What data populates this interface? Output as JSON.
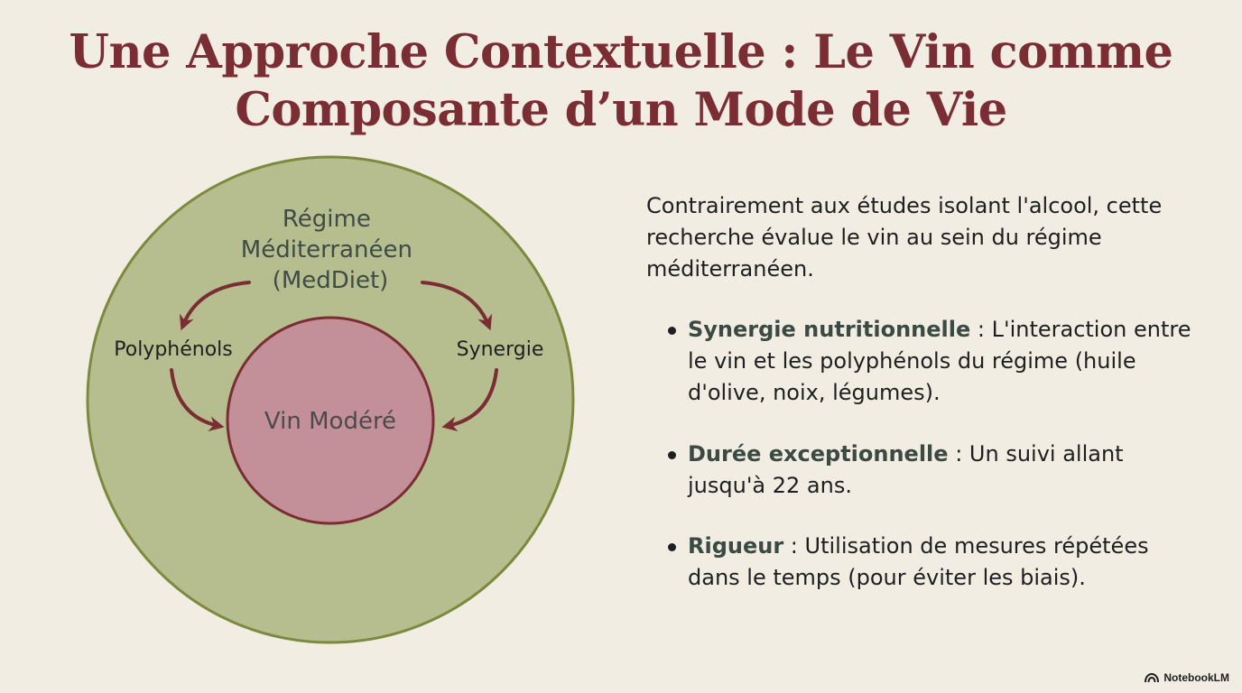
{
  "title": {
    "line1": "Une Approche Contextuelle : Le Vin comme",
    "line2": "Composante d’un Mode de Vie"
  },
  "diagram": {
    "outer_label": [
      "Régime",
      "Méditerranéen",
      "(MedDiet)"
    ],
    "inner_label": "Vin Modéré",
    "left_label": "Polyphénols",
    "right_label": "Synergie",
    "colors": {
      "outer_fill": "#b6bd8f",
      "outer_stroke": "#7b8a3c",
      "inner_fill": "#c3909a",
      "inner_stroke": "#7a2d33",
      "arrow": "#7a2d33"
    }
  },
  "text": {
    "intro": "Contrairement aux études isolant l'alcool, cette recherche évalue le vin au sein du régime méditerranéen.",
    "bullets": [
      {
        "term": "Synergie nutritionnelle",
        "text": " : L'interaction entre le vin et les polyphénols du régime (huile d'olive, noix, légumes)."
      },
      {
        "term": "Durée exceptionnelle",
        "text": " : Un suivi allant jusqu'à 22 ans."
      },
      {
        "term": "Rigueur",
        "text": " : Utilisation de mesures répétées dans le temps (pour éviter les biais)."
      }
    ]
  },
  "branding": {
    "label": "NotebookLM",
    "icon": "notebooklm-logo-icon"
  }
}
